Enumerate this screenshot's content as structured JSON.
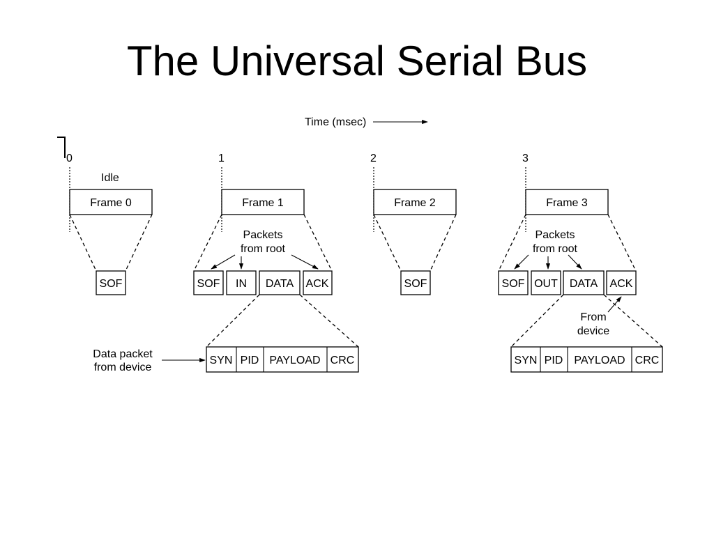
{
  "title": "The Universal Serial Bus",
  "time_label": "Time (msec)",
  "ticks": [
    "0",
    "1",
    "2",
    "3"
  ],
  "idle_label": "Idle",
  "frames": [
    "Frame 0",
    "Frame 1",
    "Frame 2",
    "Frame 3"
  ],
  "frame0_packets": [
    "SOF"
  ],
  "frame1_packets": [
    "SOF",
    "IN",
    "DATA",
    "ACK"
  ],
  "frame2_packets": [
    "SOF"
  ],
  "frame3_packets": [
    "SOF",
    "OUT",
    "DATA",
    "ACK"
  ],
  "packets_from_root": [
    "Packets",
    "from root"
  ],
  "from_device": [
    "From",
    "device"
  ],
  "data_packet_label": [
    "Data packet",
    "from device"
  ],
  "data_fields": [
    "SYN",
    "PID",
    "PAYLOAD",
    "CRC"
  ]
}
